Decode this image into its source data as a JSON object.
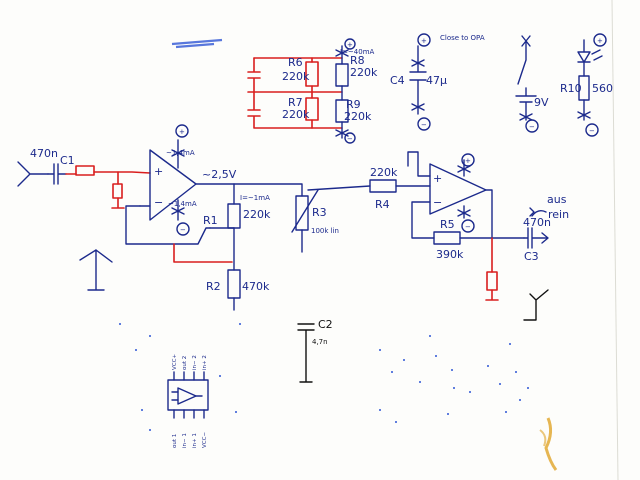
{
  "colors": {
    "ink": "#1c2a8c",
    "red": "#d91e1e",
    "black": "#111111",
    "coffee": "#e0a428"
  },
  "labels": {
    "c1_value": "470n",
    "c1_name": "C1",
    "bias_current_top": "~1,4mA",
    "bias_current_bottom": "~1,4mA",
    "opamp_out_voltage": "~2,5V",
    "r1_name": "R1",
    "r1_current": "I=~1mA",
    "r1_value": "220k",
    "r2_name": "R2",
    "r2_value": "470k",
    "r3_name": "R3",
    "r3_value": "100k lin",
    "r4_value": "220k",
    "r4_name": "R4",
    "r5_name": "R5",
    "r5_value": "390k",
    "c3_value": "470n",
    "c3_name": "C3",
    "note_out": "aus",
    "note_in": "rein",
    "c2_name": "C2",
    "c2_value": "4,7n",
    "r6_name": "R6",
    "r6_value": "220k",
    "r7_name": "R7",
    "r7_value": "220k",
    "r8_current": "I=~40mA",
    "r8_name": "R8",
    "r8_value": "220k",
    "r9_name": "R9",
    "r9_value": "220k",
    "c4_note": "Close to OPA",
    "c4_name": "C4",
    "c4_value": "47µ",
    "battery_value": "9V",
    "r10_name": "R10",
    "r10_value": "560",
    "plus": "+",
    "minus": "−"
  },
  "ic_pins": {
    "top": [
      "VCC+",
      "out 2",
      "in− 2",
      "in+ 2"
    ],
    "bottom": [
      "out 1",
      "in− 1",
      "in+ 1",
      "VCC−"
    ]
  }
}
